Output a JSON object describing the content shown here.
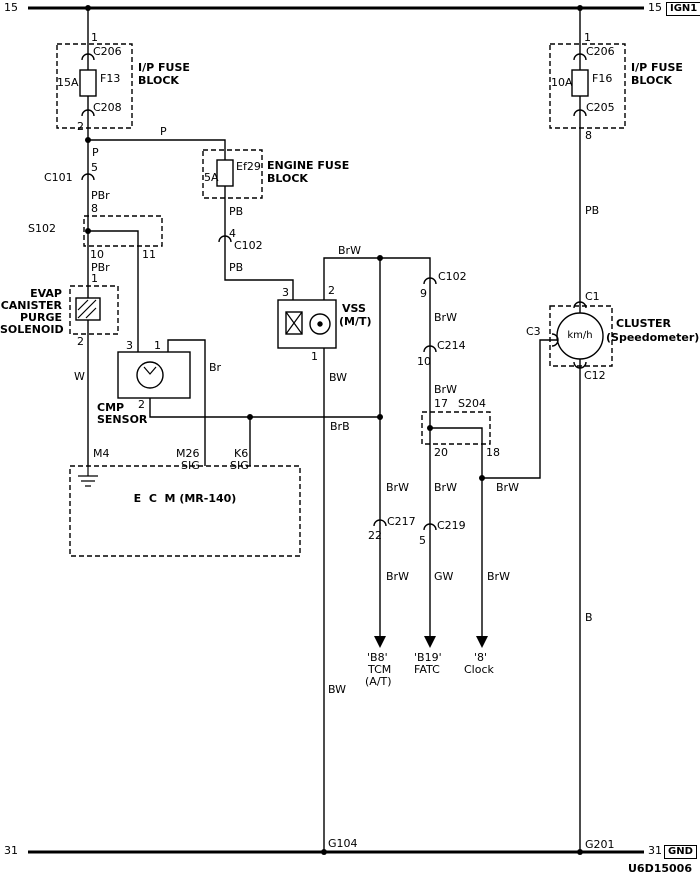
{
  "doc": {
    "number": "U6D15006"
  },
  "colors": {
    "line": "#000000",
    "background": "#ffffff"
  },
  "rails": {
    "top_left": "15",
    "top_right": "15",
    "top_tag": "IGN1",
    "bottom_left": "31",
    "bottom_right": "31",
    "bottom_tag": "GND"
  },
  "fuse_left": {
    "pin_top": "1",
    "conn_top": "C206",
    "fuse_name": "F13",
    "rating": "15A",
    "conn_bottom": "C208",
    "pin_bottom": "2",
    "title1": "I/P FUSE",
    "title2": "BLOCK"
  },
  "fuse_right": {
    "pin_top": "1",
    "conn_top": "C206",
    "fuse_name": "F16",
    "rating": "10A",
    "conn_bottom": "C205",
    "pin_bottom": "8",
    "title1": "I/P FUSE",
    "title2": "BLOCK"
  },
  "engine_fuse": {
    "fuse_name": "Ef29",
    "rating": "5A",
    "title1": "ENGINE FUSE",
    "title2": "BLOCK"
  },
  "left": {
    "wire_p_v": "P",
    "wire_p_h": "P",
    "pin5": "5",
    "conn": "C101",
    "wire_pbr1": "PBr",
    "pin8": "8",
    "splice": "S102",
    "pin10": "10",
    "pin11": "11",
    "wire_pbr2": "PBr"
  },
  "mid": {
    "wire_pb1": "PB",
    "pin4": "4",
    "conn": "C102",
    "wire_pb2": "PB"
  },
  "evap": {
    "pin1": "1",
    "pin2": "2",
    "wire_w": "W",
    "name1": "EVAP",
    "name2": "CANISTER",
    "name3": "PURGE",
    "name4": "SOLENOID"
  },
  "cmp": {
    "pin3": "3",
    "pin1": "1",
    "pin2": "2",
    "wire_br": "Br",
    "name1": "CMP",
    "name2": "SENSOR"
  },
  "ecm": {
    "pin_m4": "M4",
    "pin_m26": "M26",
    "sig1": "SIG",
    "pin_k6": "K6",
    "sig2": "SIG",
    "title": "E  C  M (MR-140)",
    "wire_brb": "BrB"
  },
  "vss": {
    "pin3": "3",
    "pin2": "2",
    "pin1": "1",
    "name1": "VSS",
    "name2": "(M/T)",
    "wire_brw": "BrW",
    "wire_bw1": "BW",
    "wire_bw2": "BW",
    "ground": "G104"
  },
  "chain": {
    "conn_c102": "C102",
    "pin9": "9",
    "wire_brw1": "BrW",
    "conn_c214": "C214",
    "pin10": "10",
    "wire_brw2": "BrW",
    "pin17": "17",
    "splice": "S204",
    "pin20": "20",
    "pin18": "18",
    "wire_brw3": "BrW",
    "wire_brw4": "BrW",
    "wire_brw5": "BrW",
    "conn_c217": "C217",
    "pin22": "22",
    "conn_c219": "C219",
    "pin5": "5",
    "wire_brw6": "BrW",
    "wire_gw": "GW",
    "wire_brw7": "BrW",
    "dest1_pin": "'B8'",
    "dest1_name": "TCM",
    "dest1_sub": "(A/T)",
    "dest2_pin": "'B19'",
    "dest2_name": "FATC",
    "dest3_pin": "'8'",
    "dest3_name": "Clock"
  },
  "cluster": {
    "wire_pb": "PB",
    "pin_c1": "C1",
    "pin_c3": "C3",
    "pin_c12": "C12",
    "gauge": "km/h",
    "title1": "CLUSTER",
    "title2": "(Speedometer)",
    "wire_b": "B",
    "ground": "G201"
  }
}
